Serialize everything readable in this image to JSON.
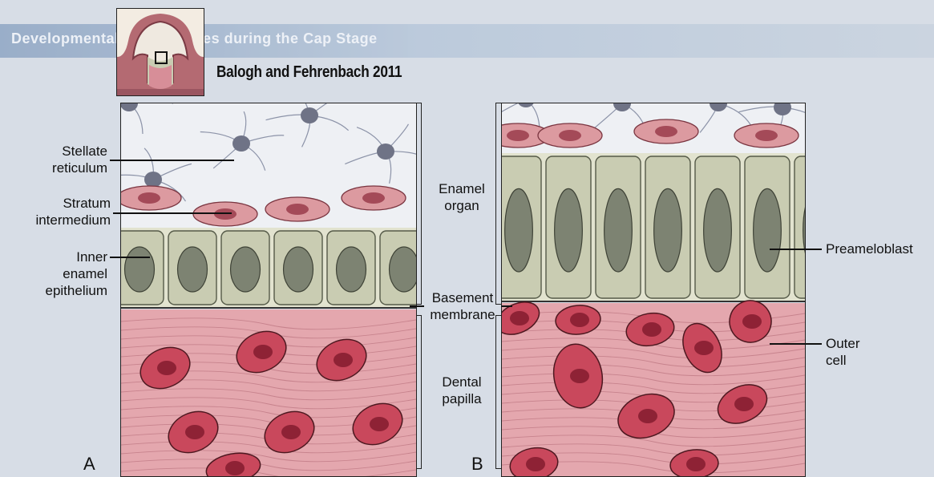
{
  "banner": {
    "title": "Developmental Disturbances during the Cap Stage"
  },
  "credit": "Balogh and Fehrenbach 2011",
  "panel_letters": {
    "a": "A",
    "b": "B"
  },
  "labels": {
    "stellate_reticulum": "Stellate\nreticulum",
    "stratum_intermedium": "Stratum\nintermedium",
    "inner_enamel_epithelium": "Inner\nenamel\nepithelium",
    "enamel_organ": "Enamel\norgan",
    "basement_membrane": "Basement\nmembrane",
    "dental_papilla": "Dental\npapilla",
    "preameloblast": "Preameloblast",
    "outer_cell": "Outer\ncell"
  },
  "colors": {
    "cell_green": "#c9ccb2",
    "nucleus": "#7d8372",
    "papilla_pink": "#e4a7ae",
    "papilla_cell": "#c9485c",
    "stratum_pink": "#dc9aa0"
  }
}
